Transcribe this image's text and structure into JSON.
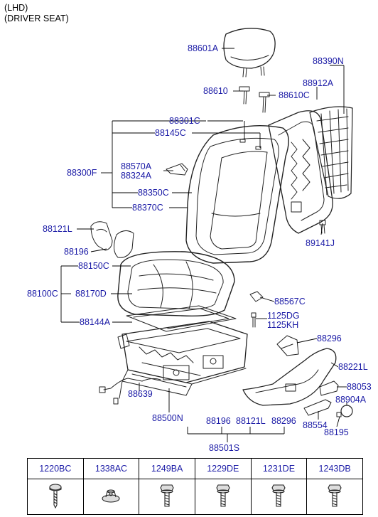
{
  "header": {
    "line1": "(LHD)",
    "line2": "(DRIVER SEAT)"
  },
  "colors": {
    "label": "#1a1aa6",
    "line": "#000000",
    "drawing": "#222222"
  },
  "labels": {
    "p88601A": "88601A",
    "p88390N": "88390N",
    "p88912A": "88912A",
    "p88610": "88610",
    "p88610C": "88610C",
    "p88301C": "88301C",
    "p88145C": "88145C",
    "p88570A": "88570A",
    "p88324A": "88324A",
    "p88300F": "88300F",
    "p88350C": "88350C",
    "p88370C": "88370C",
    "p88121L_a": "88121L",
    "p89141J": "89141J",
    "p88196_a": "88196",
    "p88150C": "88150C",
    "p88100C": "88100C",
    "p88170D": "88170D",
    "p88567C": "88567C",
    "p88144A": "88144A",
    "p1125DG": "1125DG",
    "p1125KH": "1125KH",
    "p88296_a": "88296",
    "p88221L": "88221L",
    "p88053": "88053",
    "p88639": "88639",
    "p88904A": "88904A",
    "p88554": "88554",
    "p88195": "88195",
    "p88500N": "88500N",
    "p88196_b": "88196",
    "p88121L_b": "88121L",
    "p88296_b": "88296",
    "p88501S": "88501S"
  },
  "fastener_table": {
    "codes": [
      "1220BC",
      "1338AC",
      "1249BA",
      "1229DE",
      "1231DE",
      "1243DB"
    ],
    "icons": [
      "screw-icon",
      "nut-icon",
      "bolt-icon",
      "bolt-icon",
      "bolt-icon",
      "bolt-icon"
    ]
  }
}
